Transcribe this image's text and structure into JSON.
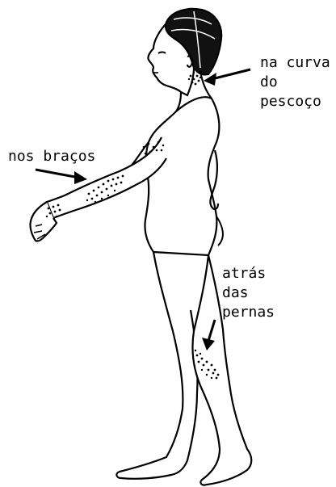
{
  "annotations": {
    "neck": {
      "lines": [
        "na curva",
        "do",
        "pescoço"
      ]
    },
    "arms": {
      "lines": [
        "nos braços"
      ]
    },
    "legs": {
      "lines": [
        "atrás",
        "das",
        "pernas"
      ]
    }
  },
  "colors": {
    "ink": "#000000",
    "background": "#ffffff"
  },
  "figure": {
    "icon": "standing-person-side-view-illustration"
  }
}
